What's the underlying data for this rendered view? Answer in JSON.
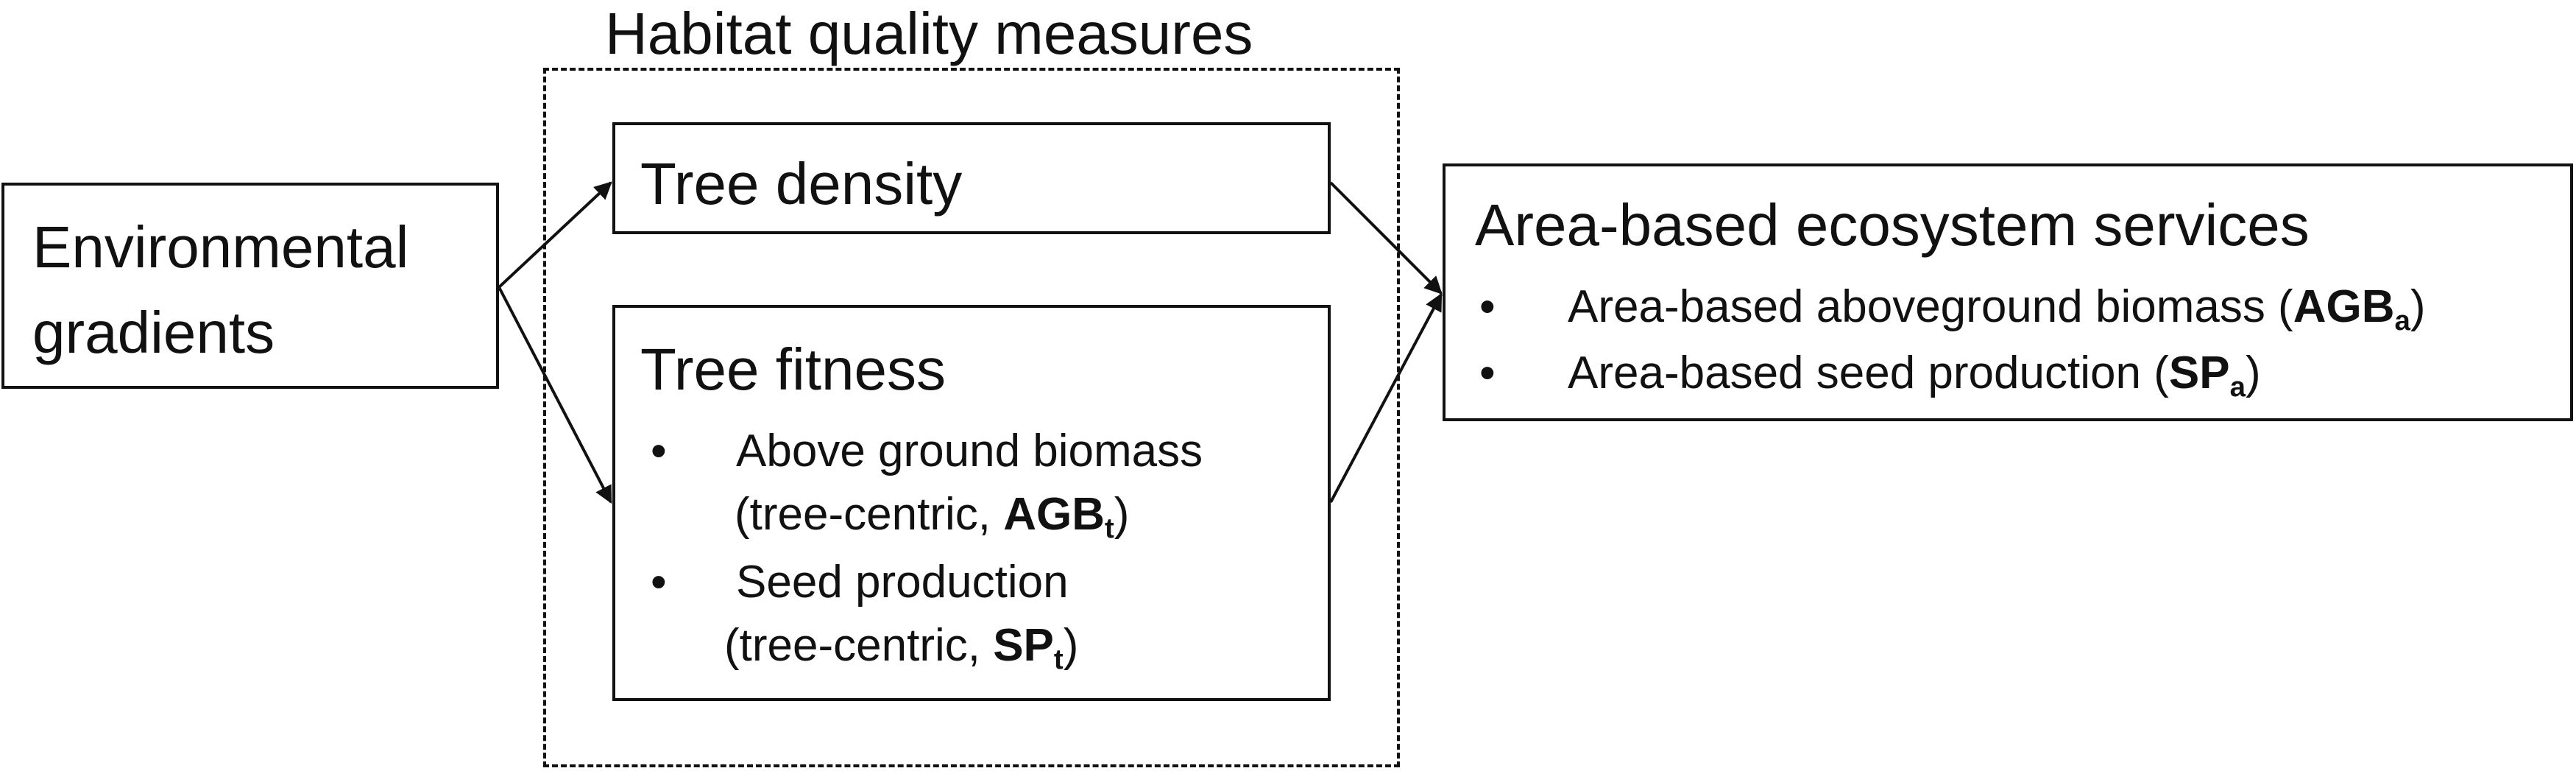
{
  "habitat_title": "Habitat quality measures",
  "env_box": {
    "line1": "Environmental",
    "line2": "gradients"
  },
  "density_box": {
    "label": "Tree density"
  },
  "fitness_box": {
    "title": "Tree fitness",
    "bullet_glyph": "•",
    "item1_line1": "Above ground biomass",
    "item1_line2_prefix": "(tree-centric, ",
    "item1_code": "AGB",
    "item1_sub": "t",
    "item1_suffix": ")",
    "item2_line1": "Seed production",
    "item2_line2_prefix": "(tree-centric, ",
    "item2_code": "SP",
    "item2_sub": "t",
    "item2_suffix": ")"
  },
  "services_box": {
    "title": "Area-based ecosystem services",
    "bullet_glyph": "•",
    "item1_prefix": "Area-based aboveground biomass (",
    "item1_code": "AGB",
    "item1_sub": "a",
    "item1_suffix": ")",
    "item2_prefix": "Area-based seed production (",
    "item2_code": "SP",
    "item2_sub": "a",
    "item2_suffix": ")"
  },
  "colors": {
    "stroke": "#111111",
    "background": "#ffffff"
  }
}
